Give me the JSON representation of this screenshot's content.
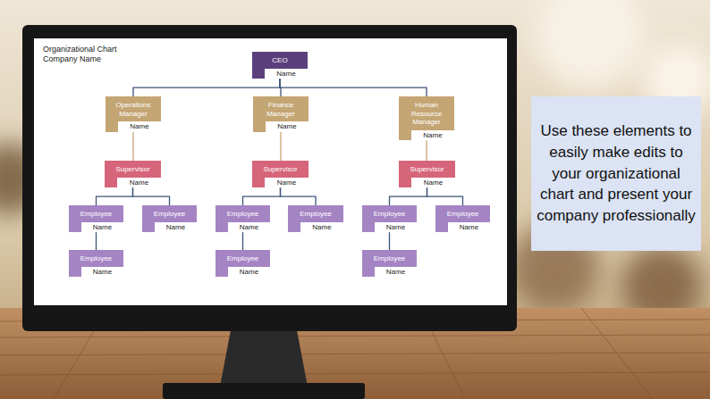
{
  "diagram": {
    "title": "Organizational Chart",
    "nodes": [
      {
        "text": [
          "CEO",
          "Name"
        ]
      },
      {
        "text": [
          "Operations Manager",
          "Name"
        ]
      },
      {
        "text": [
          "Finance Manager",
          "Name"
        ]
      },
      {
        "text": [
          "Human Resource Manager",
          "Name"
        ]
      },
      {
        "text": [
          "Supervisor",
          "Name"
        ]
      },
      {
        "text": [
          "Supervisor",
          "Name"
        ]
      },
      {
        "text": [
          "Supervisor",
          "Name"
        ]
      },
      {
        "text": [
          "Employee",
          "Name"
        ]
      },
      {
        "text": [
          "Employee",
          "Name"
        ]
      },
      {
        "text": [
          "Employee",
          "Name"
        ]
      },
      {
        "text": [
          "Employee",
          "Name"
        ]
      },
      {
        "text": [
          "Employee",
          "Name"
        ]
      },
      {
        "text": [
          "Employee",
          "Name"
        ]
      },
      {
        "text": [
          "Employee",
          "Name"
        ]
      },
      {
        "text": [
          "Employee",
          "Name"
        ]
      },
      {
        "text": [
          "Employee",
          "Name"
        ]
      },
      {
        "text": [
          "Use these elements to easily make edits to your organizational chart and present your company professionally"
        ]
      }
    ],
    "edges": [
      {
        "from": 0,
        "to": 1,
        "arrow": "none"
      },
      {
        "from": 0,
        "to": 2,
        "arrow": "none"
      },
      {
        "from": 0,
        "to": 3,
        "arrow": "none"
      },
      {
        "from": 1,
        "to": 4,
        "arrow": "none"
      },
      {
        "from": 2,
        "to": 5,
        "arrow": "none"
      },
      {
        "from": 3,
        "to": 6,
        "arrow": "none"
      },
      {
        "from": 4,
        "to": 7,
        "arrow": "none"
      },
      {
        "from": 4,
        "to": 8,
        "arrow": "none"
      },
      {
        "from": 5,
        "to": 9,
        "arrow": "none"
      },
      {
        "from": 5,
        "to": 10,
        "arrow": "none"
      },
      {
        "from": 6,
        "to": 11,
        "arrow": "none"
      },
      {
        "from": 6,
        "to": 12,
        "arrow": "none"
      },
      {
        "from": 7,
        "to": 13,
        "arrow": "none"
      },
      {
        "from": 9,
        "to": 14,
        "arrow": "none"
      },
      {
        "from": 11,
        "to": 15,
        "arrow": "none"
      }
    ],
    "labels": [
      "Company Name"
    ]
  }
}
